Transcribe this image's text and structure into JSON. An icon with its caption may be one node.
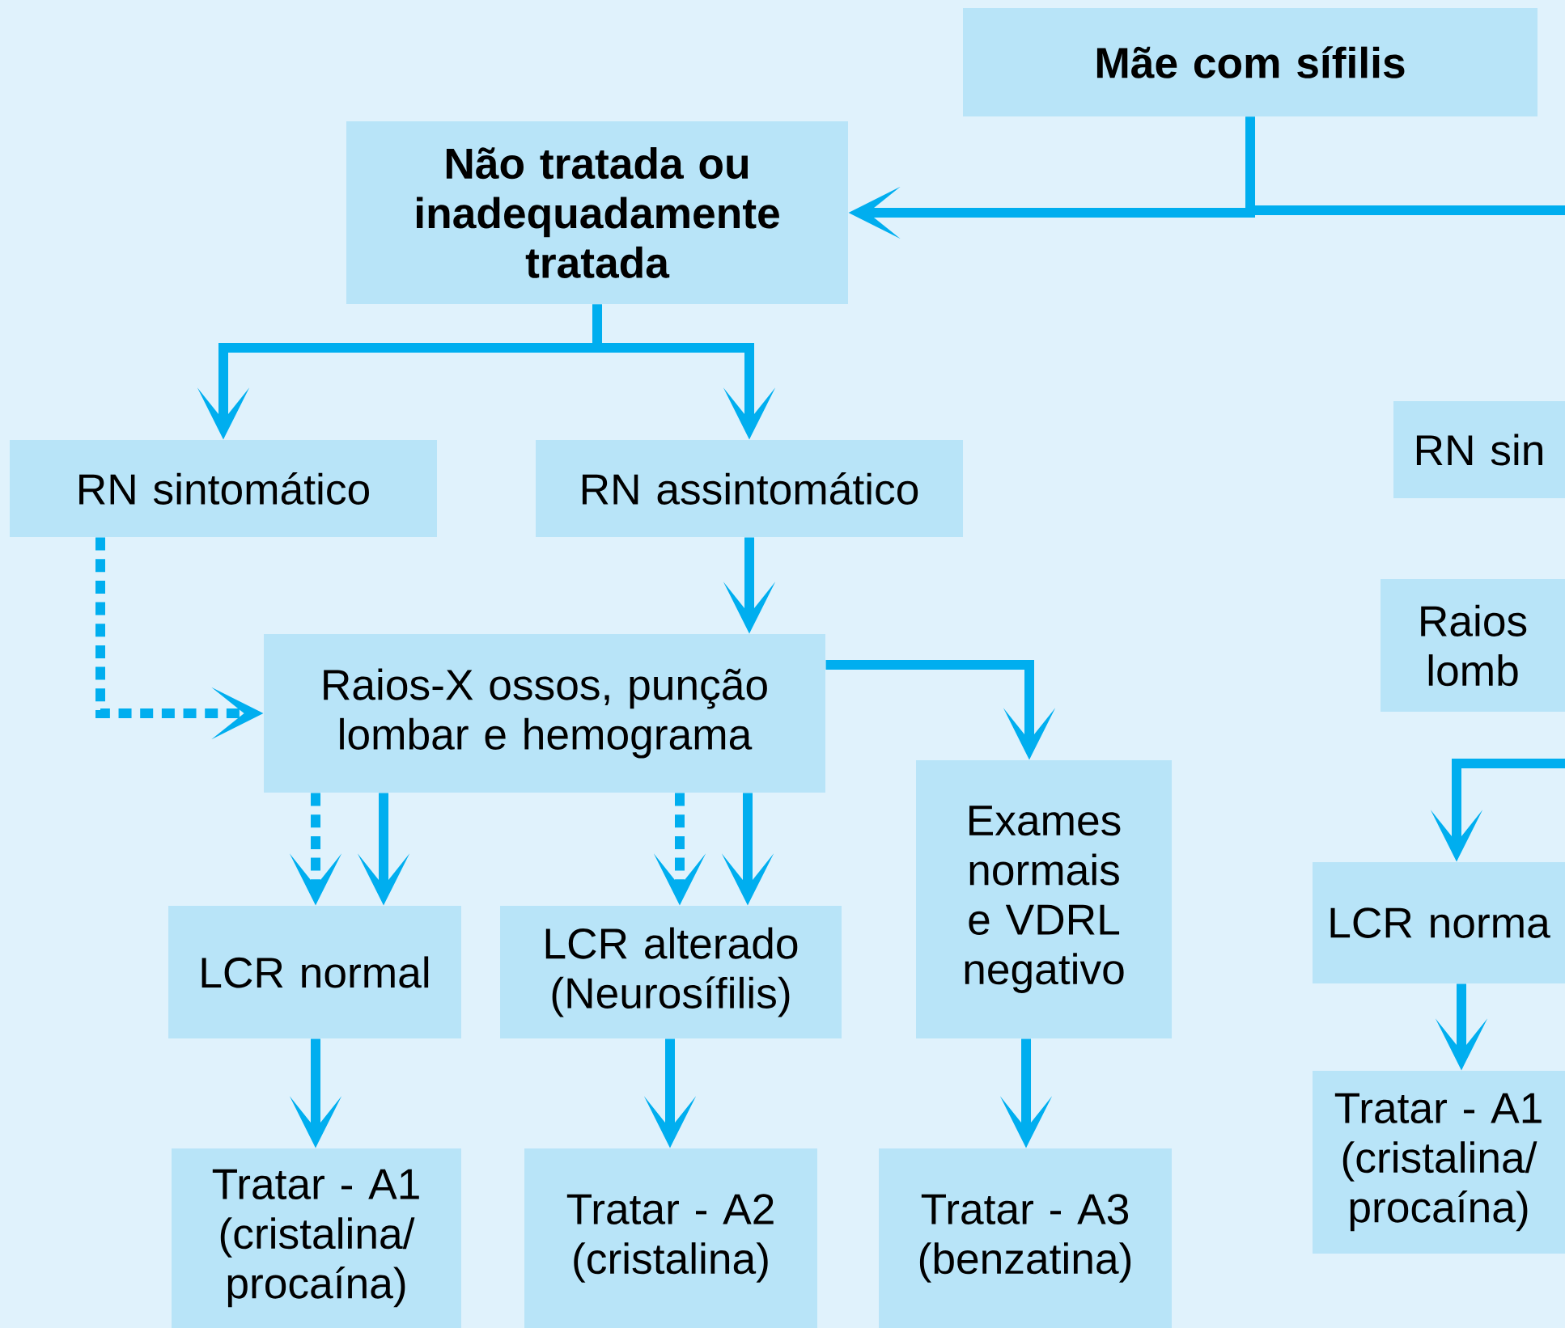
{
  "diagram": {
    "nodes": [
      {
        "text": [
          "Mãe com sífilis"
        ]
      },
      {
        "text": [
          "Não tratada ou inadequadamente tratada"
        ]
      },
      {
        "text": [
          "RN sintomático"
        ]
      },
      {
        "text": [
          "RN assintomático"
        ]
      },
      {
        "text": [
          "Raios-X ossos, punção lombar e hemograma"
        ]
      },
      {
        "text": [
          "Exames normais e VDRL negativo"
        ]
      },
      {
        "text": [
          "LCR normal"
        ]
      },
      {
        "text": [
          "LCR alterado (Neurosífilis)"
        ]
      },
      {
        "text": [
          "Tratar - A1 (cristalina/ procaína)"
        ]
      },
      {
        "text": [
          "Tratar - A2 (cristalina)"
        ]
      },
      {
        "text": [
          "Tratar - A3 (benzatina)"
        ]
      },
      {
        "text": [
          "RN sin"
        ]
      },
      {
        "text": [
          "Raios lomb"
        ]
      },
      {
        "text": [
          "LCR norma"
        ]
      },
      {
        "text": [
          "Tratar - A1 (cristalina/ procaína)"
        ]
      }
    ],
    "edges": [
      {
        "from": 0,
        "to": 1,
        "arrow": "to"
      },
      {
        "from": 0,
        "to": null,
        "arrow": "none"
      },
      {
        "from": 1,
        "to": 2,
        "arrow": "to"
      },
      {
        "from": 1,
        "to": 3,
        "arrow": "to"
      },
      {
        "from": 2,
        "to": 4,
        "arrow": "to",
        "style": "dashed"
      },
      {
        "from": 3,
        "to": 4,
        "arrow": "to"
      },
      {
        "from": 4,
        "to": 5,
        "arrow": "to"
      },
      {
        "from": 4,
        "to": 6,
        "arrow": "to",
        "style": "dashed"
      },
      {
        "from": 4,
        "to": 6,
        "arrow": "to"
      },
      {
        "from": 4,
        "to": 7,
        "arrow": "to",
        "style": "dashed"
      },
      {
        "from": 4,
        "to": 7,
        "arrow": "to"
      },
      {
        "from": 6,
        "to": 8,
        "arrow": "to"
      },
      {
        "from": 7,
        "to": 9,
        "arrow": "to"
      },
      {
        "from": 5,
        "to": 10,
        "arrow": "to"
      },
      {
        "from": null,
        "to": 13,
        "arrow": "to"
      },
      {
        "from": 13,
        "to": 14,
        "arrow": "to"
      }
    ]
  }
}
